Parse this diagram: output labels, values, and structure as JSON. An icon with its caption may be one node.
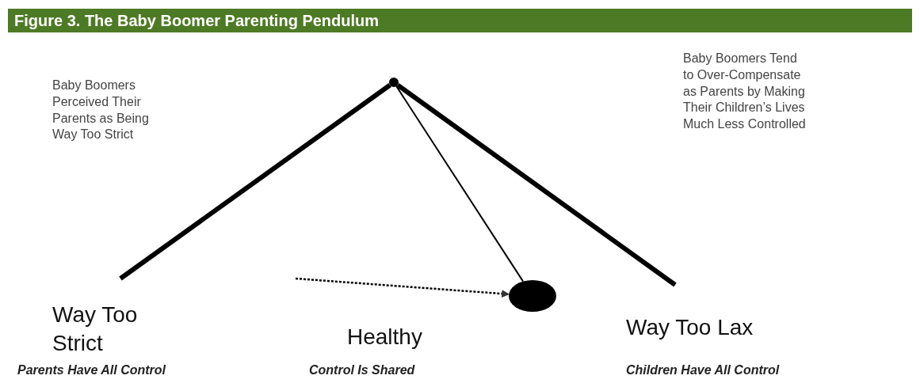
{
  "diagram": {
    "title": "Figure 3. The Baby Boomer Parenting Pendulum",
    "nodes": [
      {
        "text": [],
        "shape": "circle"
      },
      {
        "text": [],
        "shape": "circle"
      }
    ],
    "edges": [
      {
        "from": 0,
        "to": 1,
        "arrow": "none"
      },
      {
        "from": 0,
        "to": null,
        "arrow": "none",
        "style": "thick"
      },
      {
        "from": 0,
        "to": null,
        "arrow": "none",
        "style": "thick"
      },
      {
        "from": null,
        "to": 1,
        "arrow": "to",
        "style": "dashed"
      }
    ],
    "labels": [
      "Baby Boomers Perceived Their Parents as Being Way Too Strict",
      "Baby Boomers Tend to Over-Compensate as Parents by Making Their Children’s Lives Much Less Controlled",
      "Way Too Strict",
      "Healthy",
      "Way Too Lax",
      "Parents Have All Control",
      "Control Is Shared",
      "Children Have All Control"
    ]
  }
}
